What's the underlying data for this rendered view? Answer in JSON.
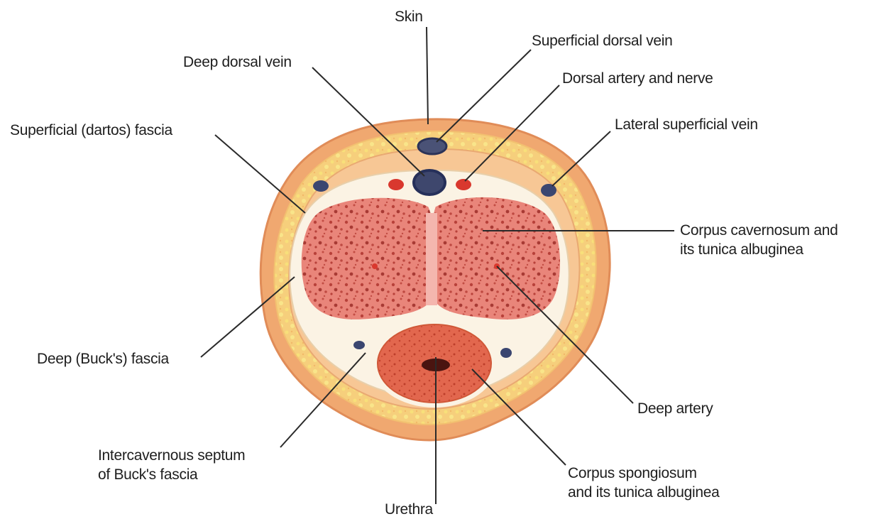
{
  "labels": {
    "skin": "Skin",
    "superficial_dorsal_vein": "Superficial dorsal vein",
    "deep_dorsal_vein": "Deep dorsal vein",
    "dorsal_artery_and_nerve": "Dorsal artery and nerve",
    "superficial_dartos_fascia": "Superficial (dartos) fascia",
    "lateral_superficial_vein": "Lateral superficial vein",
    "corpus_cavernosum_line1": "Corpus cavernosum and",
    "corpus_cavernosum_line2": "its tunica albuginea",
    "deep_bucks_fascia": "Deep (Buck's) fascia",
    "deep_artery": "Deep artery",
    "intercavernous_septum_line1": "Intercavernous septum",
    "intercavernous_septum_line2": "of Buck's fascia",
    "corpus_spongiosum_line1": "Corpus spongiosum",
    "corpus_spongiosum_line2": "and its tunica albuginea",
    "urethra": "Urethra"
  },
  "colors": {
    "skin_outer": "#f0a870",
    "skin_inner": "#f6c68e",
    "fat_yellow": "#f8dc68",
    "fascia_white": "#fbf3e4",
    "cavernosum_fill": "#e9857a",
    "cavernosum_dots": "#b8413a",
    "spongiosum_fill": "#e2674e",
    "vein": "#3b4670",
    "artery": "#d9382e",
    "leader_line": "#2a2a2a"
  }
}
